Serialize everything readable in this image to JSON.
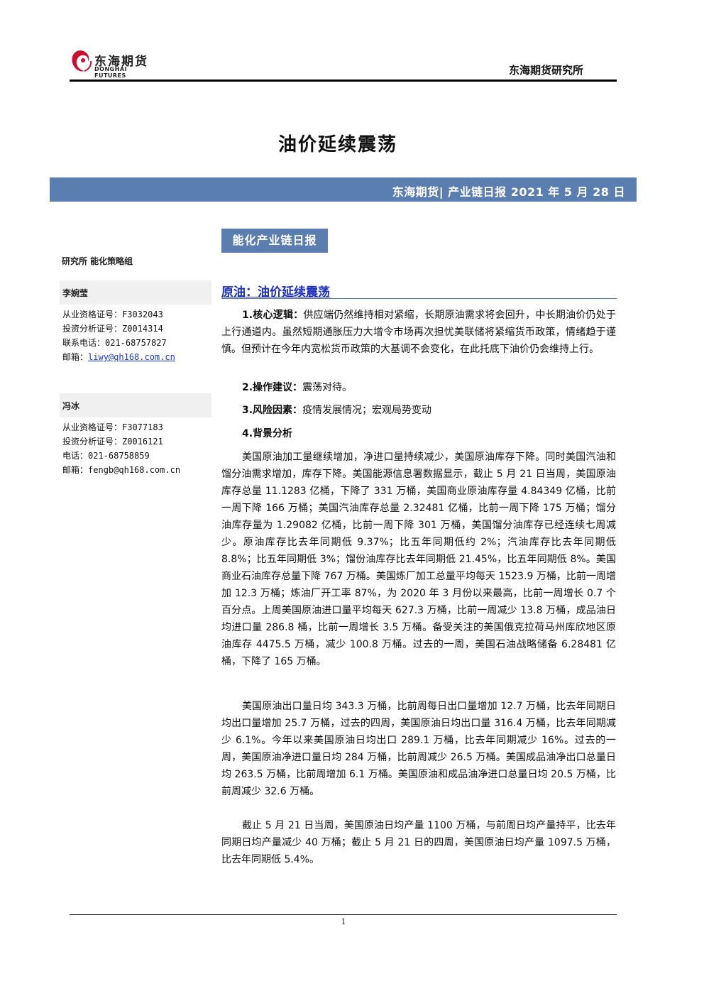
{
  "header": {
    "logo_cn": "东海期货",
    "logo_en": "DONGHAI FUTURES",
    "institute": "东海期货研究所"
  },
  "title": "油价延续震荡",
  "banner": "东海期货| 产业链日报 2021 年 5 月 28 日",
  "tag": "能化产业链日报",
  "sidebar": {
    "dept": "研究所  能化策略组",
    "authors": [
      {
        "name": "李婉莹",
        "lines": [
          "从业资格证号：F3032043",
          "投资分析证号：Z0014314",
          "联系电话：021-68757827"
        ],
        "email_label": "邮箱：",
        "email": "liwy@qh168.com.cn"
      },
      {
        "name": "冯冰",
        "lines": [
          "从业资格证号：F3077183",
          "投资分析证号：Z0016121",
          "电话：021-68758859"
        ],
        "email_label": "邮箱：",
        "email": "fengb@qh168.com.cn"
      }
    ]
  },
  "section": {
    "title": "原油：油价延续震荡",
    "item1_label": "1.核心逻辑：",
    "item1_text": "供应端仍然维持相对紧缩，长期原油需求将会回升，中长期油价仍处于上行通道内。虽然短期通胀压力大增令市场再次担忧美联储将紧缩货币政策，情绪趋于谨慎。但预计在今年内宽松货币政策的大基调不会变化，在此托底下油价仍会维持上行。",
    "item2_label": "2.操作建议：",
    "item2_text": "震荡对待。",
    "item3_label": "3.风险因素：",
    "item3_text": "疫情发展情况；宏观局势变动",
    "item4_label": "4.背景分析",
    "para1": "美国原油加工量继续增加，净进口量持续减少，美国原油库存下降。同时美国汽油和馏分油需求增加，库存下降。美国能源信息署数据显示，截止 5 月 21 日当周，美国原油库存总量 11.1283 亿桶，下降了 331 万桶，美国商业原油库存量 4.84349 亿桶，比前一周下降 166 万桶；美国汽油库存总量 2.32481 亿桶，比前一周下降 175 万桶；馏分油库存量为 1.29082 亿桶，比前一周下降 301 万桶，美国馏分油库存已经连续七周减少。原油库存比去年同期低 9.37%；比五年同期低约 2%；汽油库存比去年同期低 8.8%；比五年同期低 3%；馏份油库存比去年同期低 21.45%，比五年同期低 8%。美国商业石油库存总量下降 767 万桶。美国炼厂加工总量平均每天 1523.9 万桶，比前一周增加 12.3 万桶；炼油厂开工率 87%，为 2020 年 3 月份以来最高，比前一周增长 0.7 个百分点。上周美国原油进口量平均每天 627.3 万桶，比前一周减少 13.8 万桶，成品油日均进口量 286.8 桶，比前一周增长 3.5 万桶。备受关注的美国俄克拉荷马州库欣地区原油库存 4475.5 万桶，减少 100.8 万桶。过去的一周，美国石油战略储备 6.28481 亿桶，下降了 165 万桶。",
    "para2": "美国原油出口量日均 343.3 万桶，比前周每日出口量增加 12.7 万桶，比去年同期日均出口量增加 25.7 万桶，过去的四周，美国原油日均出口量 316.4 万桶，比去年同期减少 6.1%。今年以来美国原油日均出口 289.1 万桶，比去年同期减少 16%。过去的一周，美国原油净进口量日均 284 万桶，比前周减少 26.5 万桶。美国成品油净出口总量日均 263.5 万桶，比前周增加 6.1 万桶。美国原油和成品油净进口总量日均 20.5 万桶，比前周减少 32.6 万桶。",
    "para3": "截止 5 月 21 日当周，美国原油日均产量 1100 万桶，与前周日均产量持平，比去年同期日均产量减少 40 万桶；截止 5 月 21 日的四周，美国原油日均产量 1097.5 万桶，比去年同期低 5.4%。"
  },
  "footer": {
    "page": "1"
  }
}
